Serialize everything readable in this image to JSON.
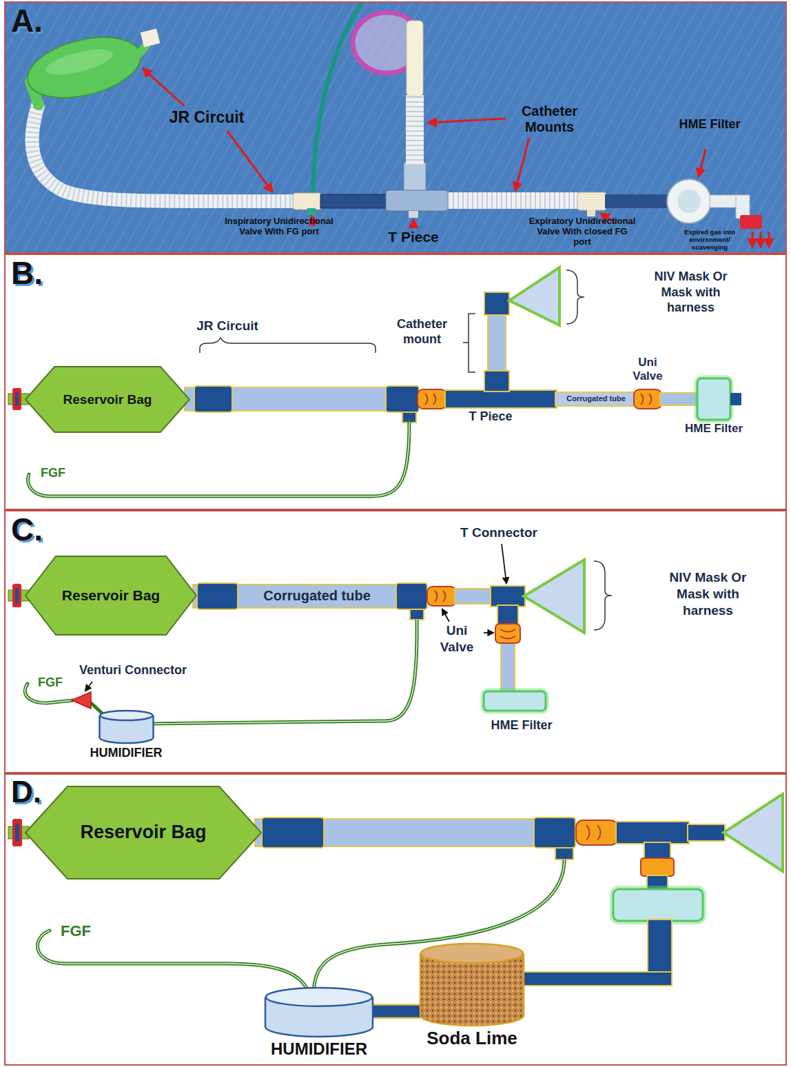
{
  "diagram": {
    "nodes": [
      {
        "text": [
          "A."
        ]
      },
      {
        "text": [
          "B."
        ]
      },
      {
        "text": [
          "Reservoir Bag"
        ],
        "in": 1
      },
      {
        "text": [
          "C."
        ]
      },
      {
        "text": [
          "Reservoir Bag"
        ],
        "in": 3
      },
      {
        "text": [
          "HUMIDIFIER"
        ],
        "in": 3
      },
      {
        "text": [
          "D."
        ]
      },
      {
        "text": [
          "Reservoir Bag"
        ],
        "in": 6
      },
      {
        "text": [
          "HUMIDIFIER"
        ],
        "in": 6
      },
      {
        "text": [
          "Soda Lime"
        ],
        "in": 6
      }
    ],
    "edges": [
      {
        "from": 8,
        "to": 9,
        "arrow": "none"
      }
    ],
    "labels": [
      "JR Circuit",
      "Catheter Mounts",
      "HME Filter",
      "Inspiratory Unidirectional Valve With FG port",
      "T Piece",
      "Expiratory Unidirectional Valve With closed FG port",
      "Expired gas into environment/ scavenging",
      "JR Circuit",
      "Catheter mount",
      "NIV Mask Or Mask with harness",
      "Uni Valve",
      "T Piece",
      "Corrugated tube",
      "HME Filter",
      "FGF",
      "T Connector",
      "Corrugated tube",
      "NIV Mask Or Mask with harness",
      "Uni Valve",
      "Venturi Connector",
      "FGF",
      "HME Filter",
      "FGF"
    ]
  }
}
